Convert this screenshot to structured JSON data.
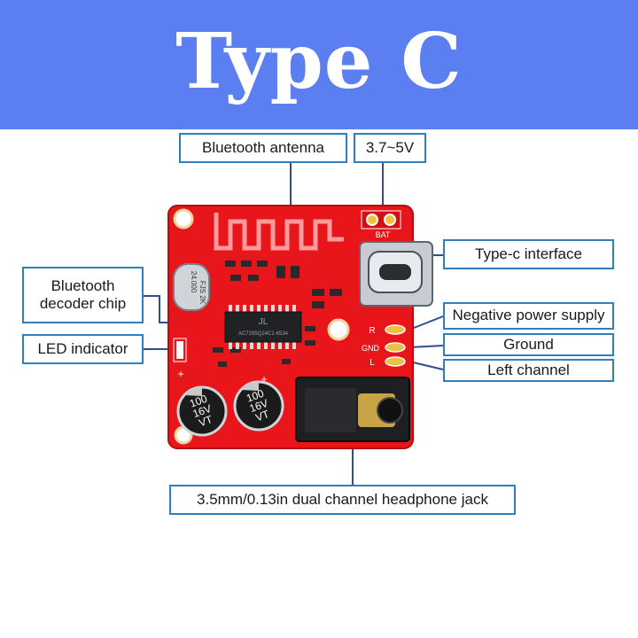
{
  "title": "Type C",
  "labels": {
    "antenna": "Bluetooth antenna",
    "voltage": "3.7~5V",
    "typec": "Type-c interface",
    "decoder": "Bluetooth\ndecoder chip",
    "led": "LED indicator",
    "negative": "Negative power supply",
    "ground": "Ground",
    "left": "Left channel",
    "jack": "3.5mm/0.13in dual channel headphone jack"
  },
  "board_text": {
    "bat": "BAT",
    "crystal_freq": "24.000",
    "crystal_code": "FJS 2K",
    "chip_marking": "JL",
    "chip_part": "AC7295Q24C1-6534",
    "cap_left": "100\n16V\nVT",
    "cap_right": "100\n16V\nVT",
    "pad_r": "R",
    "pad_gnd": "GND",
    "pad_l": "L",
    "plus_left": "+",
    "plus_right": "+"
  },
  "colors": {
    "banner": "#5b7ff0",
    "board": "#e8151b",
    "label_border": "#2f7fbf",
    "leader_line": "#2f4d8f"
  }
}
